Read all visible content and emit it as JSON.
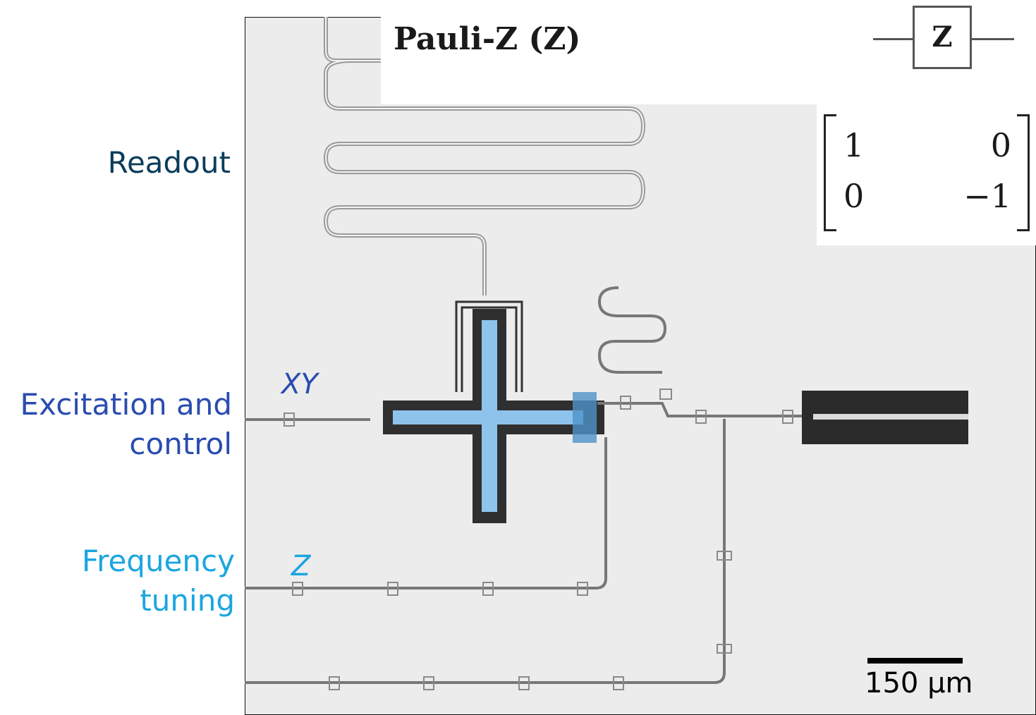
{
  "labels": {
    "readout": "Readout",
    "excitation": "Excitation and control",
    "excitation_line1": "Excitation and",
    "excitation_line2": "control",
    "frequency_line1": "Frequency",
    "frequency_line2": "tuning",
    "xy": "XY",
    "z": "Z"
  },
  "gate": {
    "title": "Pauli-Z (Z)",
    "symbol": "Z",
    "matrix": [
      [
        "1",
        "0"
      ],
      [
        "0",
        "−1"
      ]
    ]
  },
  "scale": {
    "text": "150 μm"
  },
  "colors": {
    "readout": "#0b3d5c",
    "excitation": "#2a4cb0",
    "frequency": "#1aa6e0",
    "qubit_highlight": "#8ec3ec"
  }
}
